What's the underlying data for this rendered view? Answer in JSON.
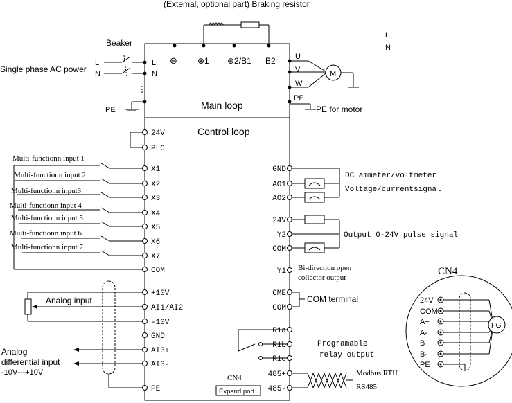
{
  "header": {
    "braking_resistor": "(Extemal, optional part) Braking resistor"
  },
  "power": {
    "breaker": "Beaker",
    "source": "Single phase AC power",
    "line_l": "L",
    "line_n": "N",
    "pe": "PE",
    "pe_motor": "PE for motor",
    "legend_l": "L",
    "legend_n": "N"
  },
  "main_terminals": {
    "l": "L",
    "n": "N",
    "minus": "⊖",
    "p1": "⊕1",
    "p2": "⊕2/B1",
    "b2": "B2",
    "u": "U",
    "v": "V",
    "w": "W",
    "pe": "PE"
  },
  "motor": {
    "label": "M"
  },
  "sections": {
    "main_loop": "Main loop",
    "control_loop": "Control loop"
  },
  "left_terminals": [
    "24V",
    "PLC",
    "X1",
    "X2",
    "X3",
    "X4",
    "X5",
    "X6",
    "X7",
    "COM",
    "+10V",
    "AI1/AI2",
    "-10V",
    "GND",
    "AI3+",
    "AI3-",
    "PE"
  ],
  "inputs": [
    "Multi-functionn input 1",
    "Multi-functionn input 2",
    "Multi-functionn input3",
    "Multi-functionn input 4",
    "Multi-functionn input 5",
    "Multi-functionn input 6",
    "Multi-functionn input 7"
  ],
  "analog": {
    "analog_input": "Analog input",
    "diff_line1": "Analog",
    "diff_line2": "differential input",
    "diff_range": "-10V—+10V"
  },
  "right_terminals": [
    "GND",
    "AO1",
    "AO2",
    "24V",
    "Y2",
    "COM",
    "Y1",
    "CME",
    "COM",
    "R1a",
    "R1b",
    "R1c",
    "485+",
    "485-"
  ],
  "notes": {
    "dc_meter": "DC ammeter/voltmeter",
    "voltage_current": "Voltage/currentsignal",
    "pulse": "Output 0-24V pulse signal",
    "bidir_1": "Bi-direction open",
    "bidir_2": "collector output",
    "com_terminal": "COM terminal",
    "relay_1": "Programable",
    "relay_2": "relay output",
    "modbus": "Modbus RTU",
    "rs485": "RS485"
  },
  "cn4": {
    "label": "CN4",
    "expand_port": "Expand port",
    "title": "CN4",
    "pins": [
      "24V",
      "COM",
      "A+",
      "A-",
      "B+",
      "B-",
      "PE"
    ],
    "pg": "PG"
  }
}
